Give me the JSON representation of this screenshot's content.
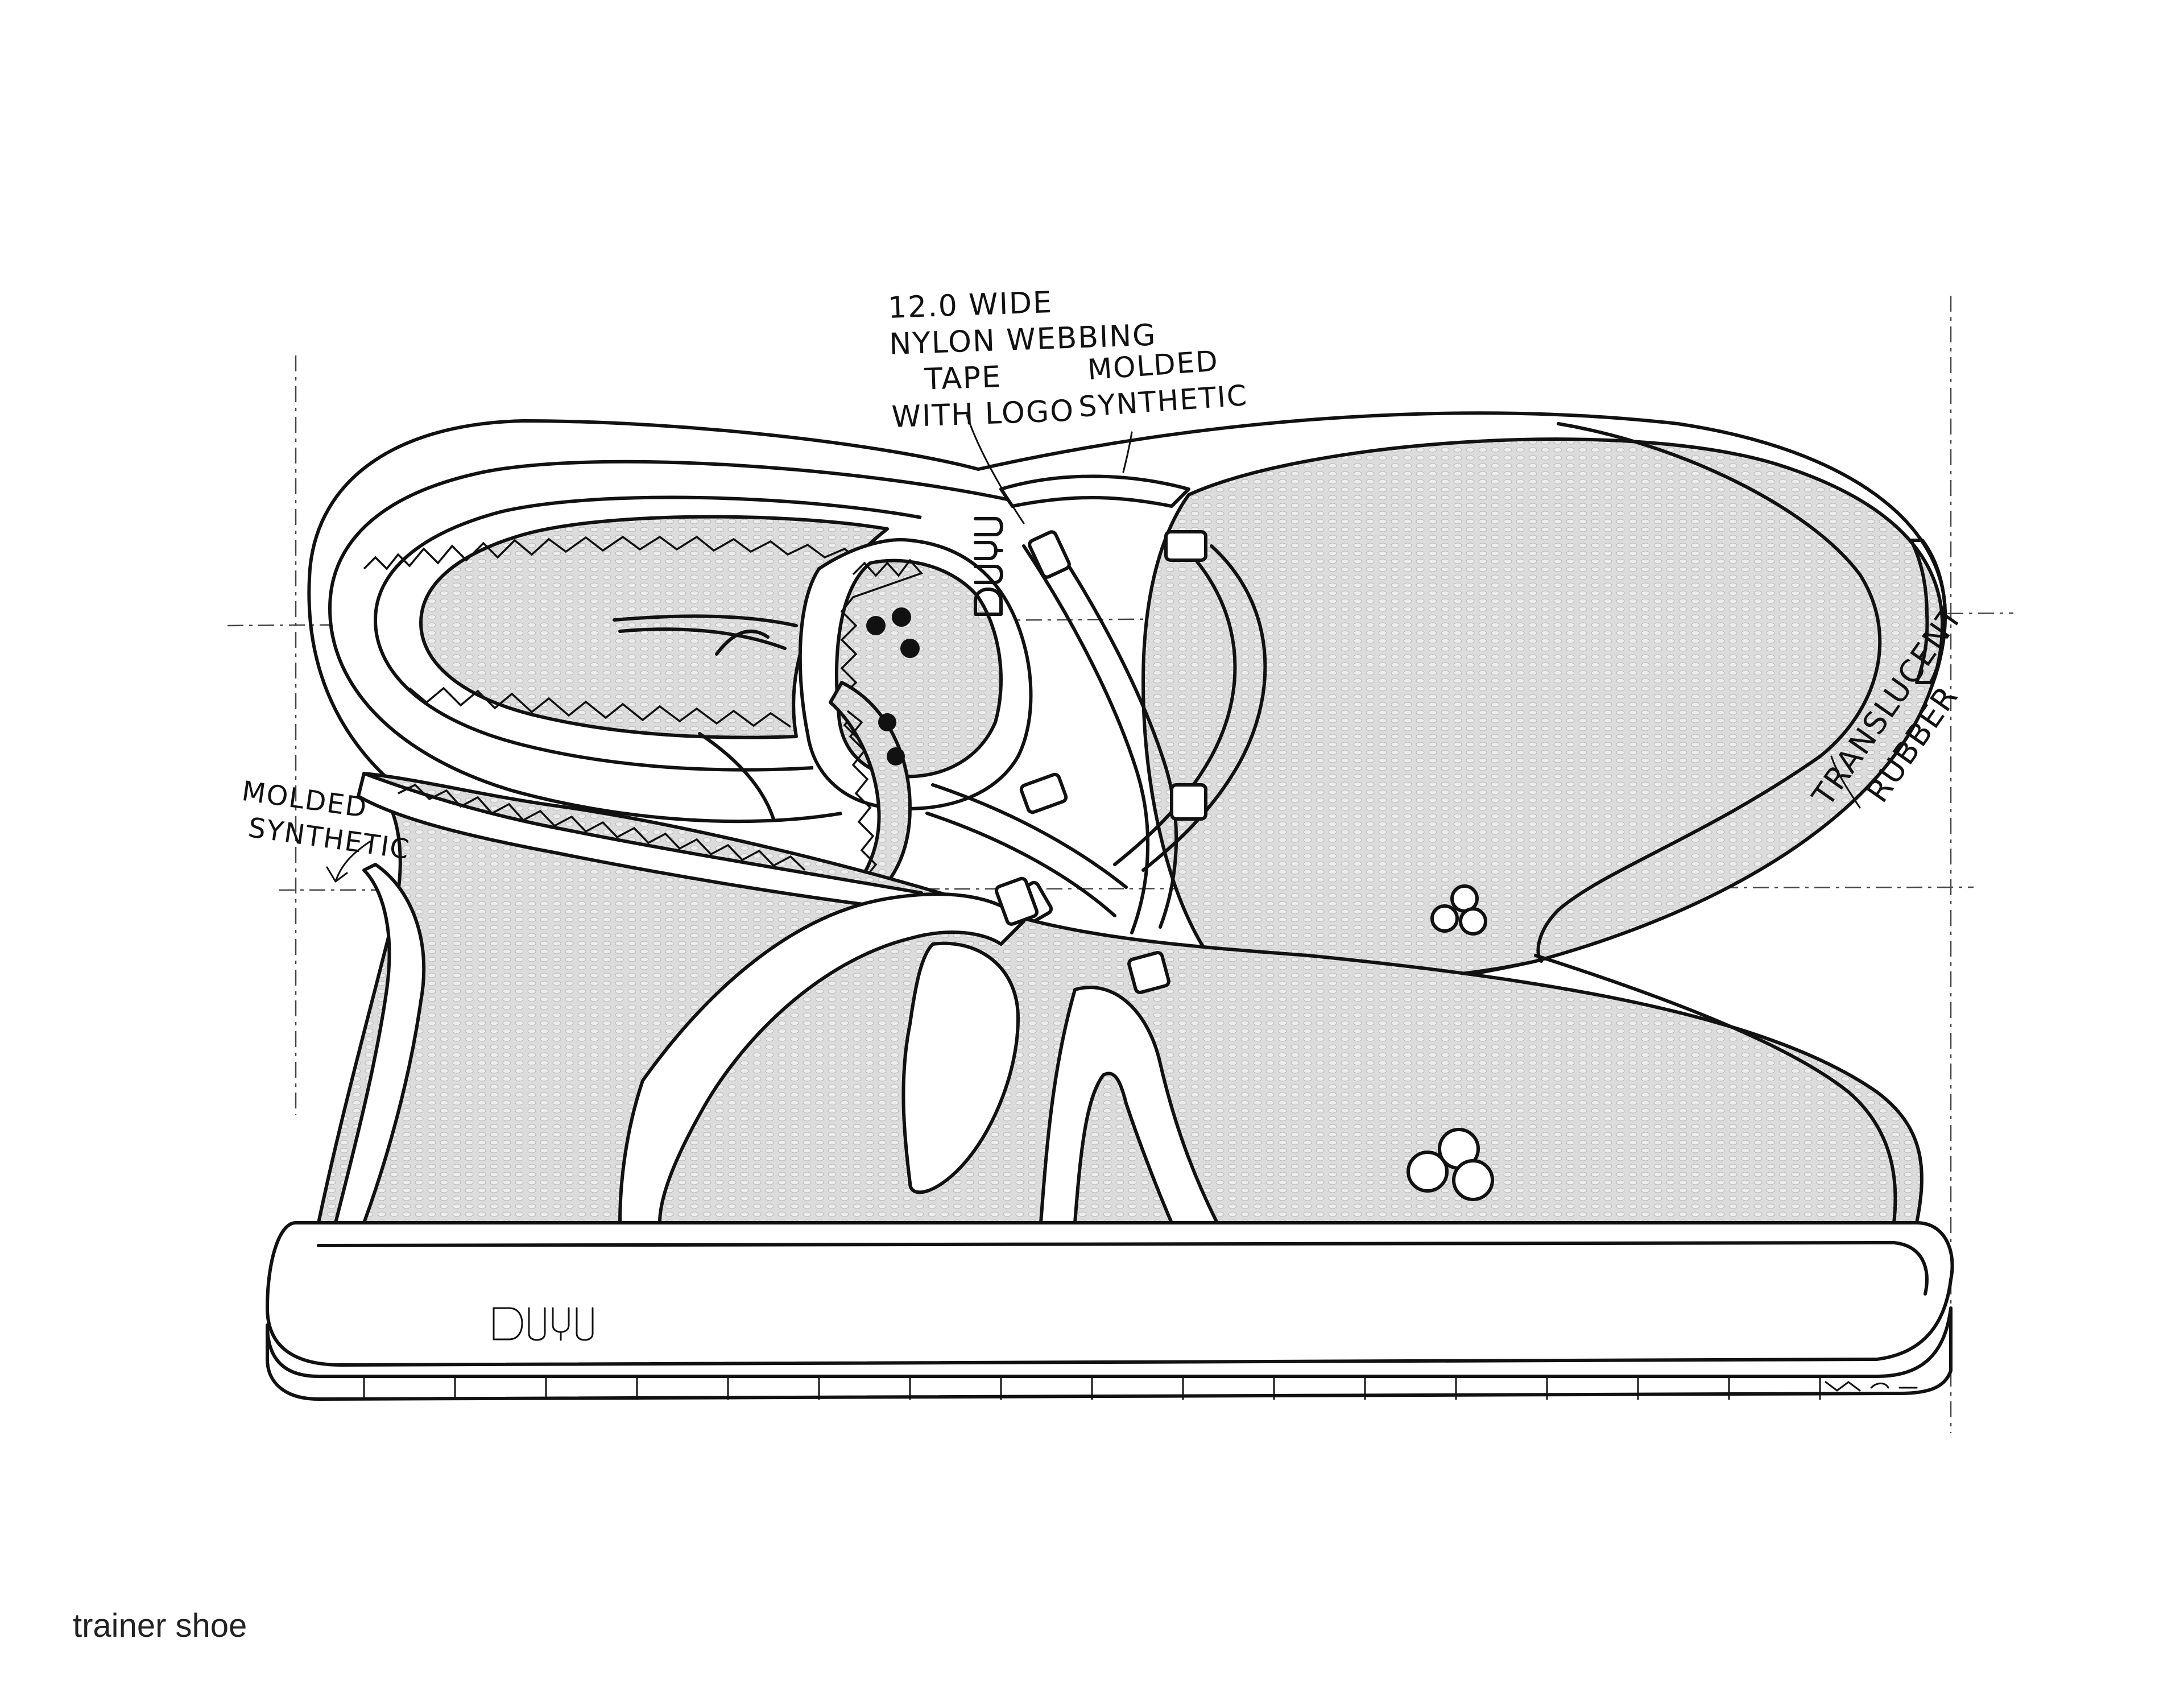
{
  "annotations": {
    "webbing_lines": [
      "12.0 WIDE",
      "NYLON WEBBING",
      "TAPE",
      "WITH LOGO"
    ],
    "molded_top_lines": [
      "MOLDED",
      "SYNTHETIC"
    ],
    "molded_left_lines": [
      "MOLDED",
      "SYNTHETIC"
    ],
    "rubber_lines": [
      "TRANSLUCENT",
      "RUBBER"
    ]
  },
  "brand_mark": "DUYU",
  "caption": "trainer shoe",
  "colors": {
    "ink": "#111111",
    "mesh_fill": "#d9d9d9",
    "background": "#ffffff"
  },
  "icons": [
    "dot-cluster-logo",
    "brand-wordmark"
  ]
}
